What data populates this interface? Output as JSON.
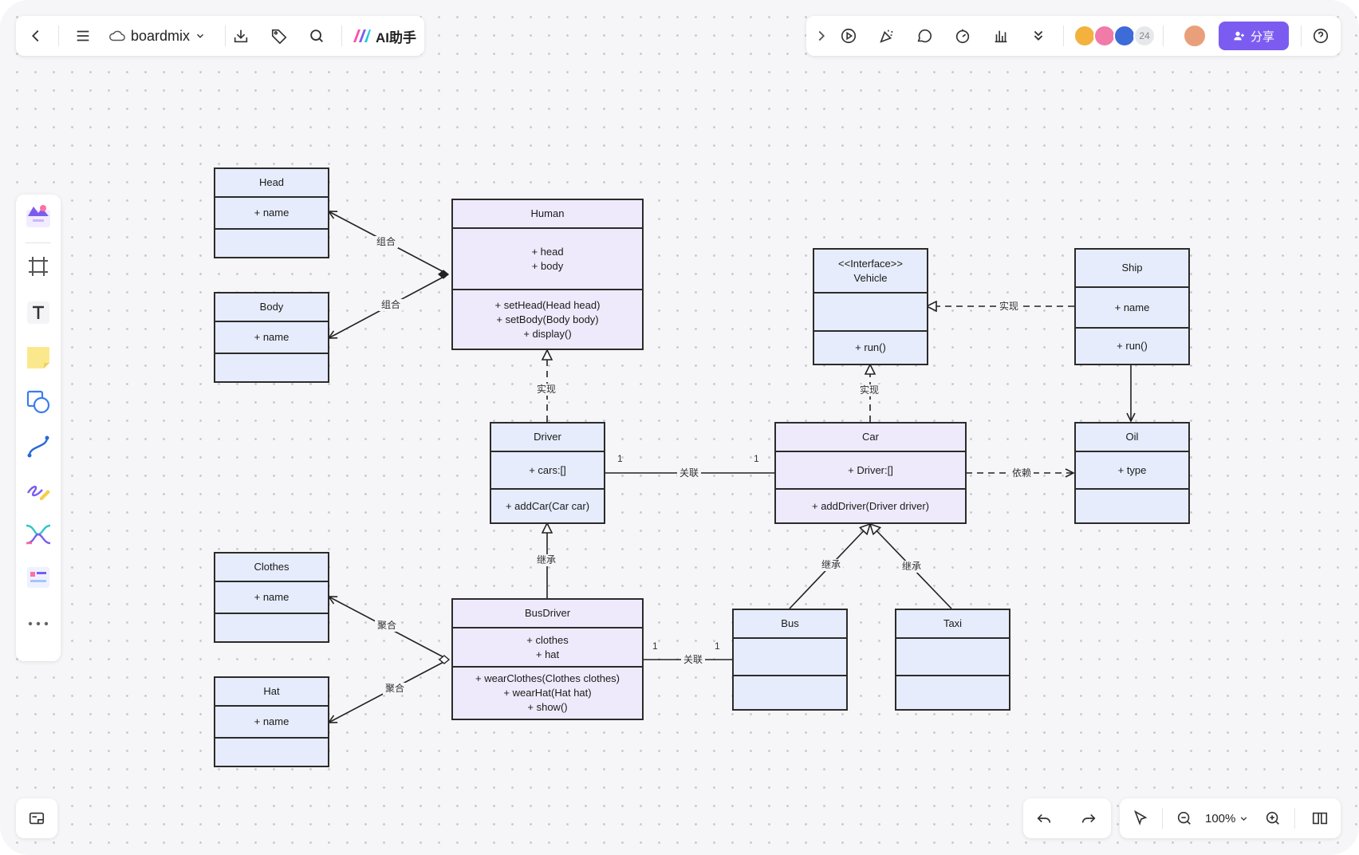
{
  "toolbar": {
    "brand": "boardmix",
    "ai_label": "AI助手",
    "share_label": "分享",
    "collaborator_count": "24",
    "zoom": "100%"
  },
  "icons": {
    "back": "chevron-left-icon",
    "menu": "menu-icon",
    "cloud": "cloud-icon",
    "download": "download-icon",
    "tag": "tag-icon",
    "search": "search-icon",
    "play": "play-icon",
    "celebrate": "celebrate-icon",
    "comment": "comment-icon",
    "timer": "timer-icon",
    "vote": "vote-icon",
    "more": "double-chevron-down-icon",
    "help": "help-icon",
    "undo": "undo-icon",
    "redo": "redo-icon",
    "pointer": "pointer-icon",
    "zoom_out": "zoom-out-icon",
    "zoom_in": "zoom-in-icon",
    "map": "book-icon",
    "minimap": "minimap-icon"
  },
  "colors": {
    "accent": "#7c5cf0",
    "class_blue": "#e6ecfb",
    "class_purple": "#efeafb"
  },
  "diagram": {
    "head": {
      "name": "Head",
      "attrs": [
        "+ name"
      ]
    },
    "body": {
      "name": "Body",
      "attrs": [
        "+ name"
      ]
    },
    "clothes": {
      "name": "Clothes",
      "attrs": [
        "+ name"
      ]
    },
    "hat": {
      "name": "Hat",
      "attrs": [
        "+ name"
      ]
    },
    "human": {
      "name": "Human",
      "attrs": [
        "+ head",
        "+ body"
      ],
      "ops": [
        "+ setHead(Head head)",
        "+ setBody(Body body)",
        "+ display()"
      ]
    },
    "driver": {
      "name": "Driver",
      "attrs": [
        "+ cars:[]"
      ],
      "ops": [
        "+ addCar(Car car)"
      ]
    },
    "busdriver": {
      "name": "BusDriver",
      "attrs": [
        "+ clothes",
        "+ hat"
      ],
      "ops": [
        "+ wearClothes(Clothes clothes)",
        "+ wearHat(Hat hat)",
        "+ show()"
      ]
    },
    "vehicle": {
      "stereotype": "<<Interface>>",
      "name": "Vehicle",
      "ops": [
        "+ run()"
      ]
    },
    "car": {
      "name": "Car",
      "attrs": [
        "+ Driver:[]"
      ],
      "ops": [
        "+ addDriver(Driver driver)"
      ]
    },
    "ship": {
      "name": "Ship",
      "attrs": [
        "+ name"
      ],
      "ops": [
        "+ run()"
      ]
    },
    "oil": {
      "name": "Oil",
      "attrs": [
        "+ type"
      ]
    },
    "bus": {
      "name": "Bus"
    },
    "taxi": {
      "name": "Taxi"
    }
  },
  "edges": {
    "compose": "组合",
    "aggregate": "聚合",
    "realize": "实现",
    "inherit": "继承",
    "associate": "关联",
    "depend": "依赖",
    "mult_one": "1"
  }
}
